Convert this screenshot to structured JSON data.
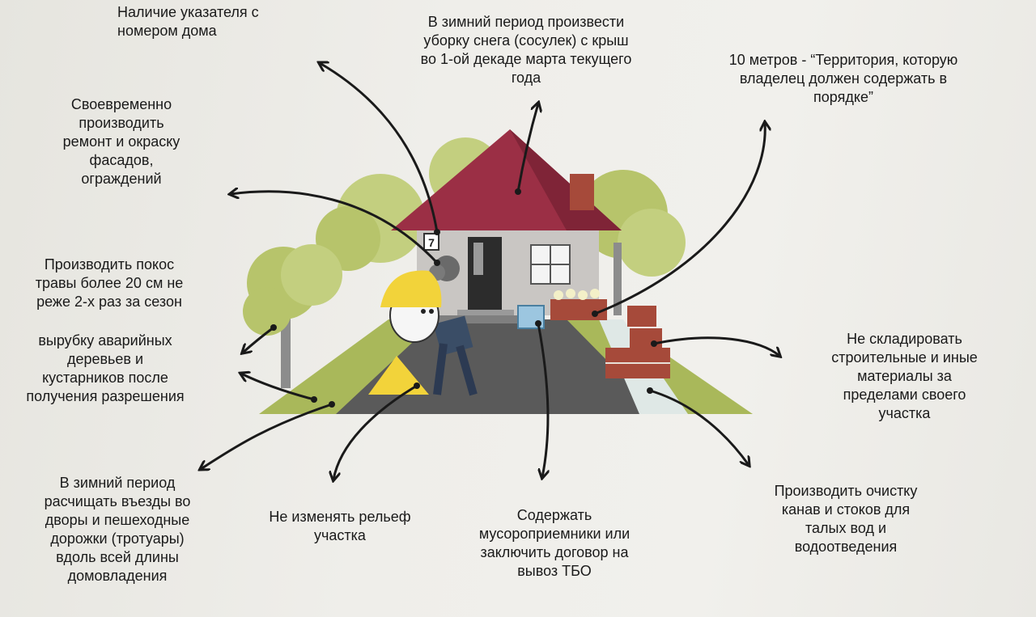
{
  "notes": {
    "house_number_sign": "Наличие указателя с\nномером дома",
    "snow_removal_roof": "В зимний период произвести\nуборку снега (сосулек) с крыш\nво 1-ой декаде марта текущего\nгода",
    "ten_meters_territory": "10 метров - “Территория, которую\nвладелец должен содержать в\nпорядке”",
    "facade_repair": "Своевременно\nпроизводить\nремонт и окраску\nфасадов,\nограждений",
    "grass_mowing": "Производить покос\nтравы более 20 см не\nреже 2-х раз за сезон",
    "tree_cutting": "вырубку аварийных\nдеревьев и\nкустарников после\nполучения разрешения",
    "no_materials_storage": "Не складировать\nстроительные и иные\nматериалы за\nпределами своего\nучастка",
    "winter_clearing": "В зимний период\nрасчищать въезды во\nдворы и пешеходные\nдорожки (тротуары)\nвдоль всей длины\nдомовладения",
    "terrain_relief": "Не изменять рельеф\nучастка",
    "garbage_containers": "Содержать\nмусороприемники или\nзаключить договор на\nвывоз ТБО",
    "ditch_cleaning": "Производить очистку\nканав и стоков для\nталых вод и\nводоотведения"
  },
  "house_number": "7",
  "colors": {
    "roof": "#9b2f45",
    "wall": "#c9c6c3",
    "tree_foliage": "#b7c46b",
    "tree_trunk": "#8c8c8c",
    "lawn": "#a9b85a",
    "road": "#5a5a5a",
    "brick": "#a64a3a",
    "helmet": "#f2d33a",
    "arrow": "#1a1a1a"
  }
}
